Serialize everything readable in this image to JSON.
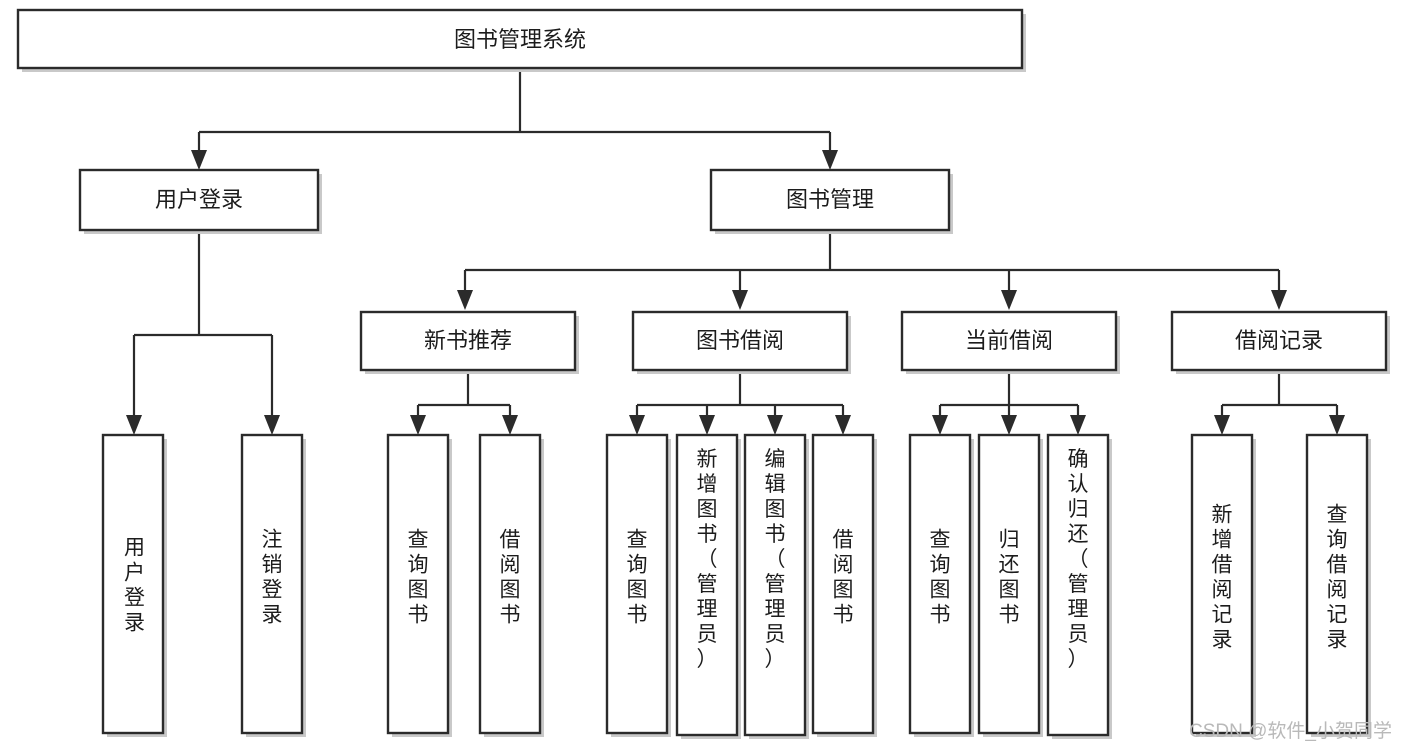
{
  "diagram": {
    "type": "tree",
    "title": "图书管理系统",
    "orientation": "top-down",
    "nodes": {
      "root": {
        "label": "图书管理系统",
        "level": 0
      },
      "l1_user_login": {
        "label": "用户登录",
        "level": 1
      },
      "l1_book_manage": {
        "label": "图书管理",
        "level": 1
      },
      "l2_new_book_rec": {
        "label": "新书推荐",
        "level": 2
      },
      "l2_book_borrow": {
        "label": "图书借阅",
        "level": 2
      },
      "l2_current_borrow": {
        "label": "当前借阅",
        "level": 2
      },
      "l2_borrow_record": {
        "label": "借阅记录",
        "level": 2
      },
      "l3_user_login": {
        "label": "用户登录",
        "level": 3,
        "vertical": true
      },
      "l3_logout": {
        "label": "注销登录",
        "level": 3,
        "vertical": true
      },
      "l3_query_book_a": {
        "label": "查询图书",
        "level": 3,
        "vertical": true
      },
      "l3_borrow_book_a": {
        "label": "借阅图书",
        "level": 3,
        "vertical": true
      },
      "l3_query_book_b": {
        "label": "查询图书",
        "level": 3,
        "vertical": true
      },
      "l3_add_book": {
        "label": "新增图书（管理员）",
        "level": 3,
        "vertical": true
      },
      "l3_edit_book": {
        "label": "编辑图书（管理员）",
        "level": 3,
        "vertical": true
      },
      "l3_borrow_book_b": {
        "label": "借阅图书",
        "level": 3,
        "vertical": true
      },
      "l3_query_book_c": {
        "label": "查询图书",
        "level": 3,
        "vertical": true
      },
      "l3_return_book": {
        "label": "归还图书",
        "level": 3,
        "vertical": true
      },
      "l3_confirm_return": {
        "label": "确认归还（管理员）",
        "level": 3,
        "vertical": true
      },
      "l3_add_record": {
        "label": "新增借阅记录",
        "level": 3,
        "vertical": true
      },
      "l3_query_record": {
        "label": "查询借阅记录",
        "level": 3,
        "vertical": true
      }
    },
    "edges": [
      {
        "from": "root",
        "to": "l1_user_login"
      },
      {
        "from": "root",
        "to": "l1_book_manage"
      },
      {
        "from": "l1_user_login",
        "to": "l3_user_login"
      },
      {
        "from": "l1_user_login",
        "to": "l3_logout"
      },
      {
        "from": "l1_book_manage",
        "to": "l2_new_book_rec"
      },
      {
        "from": "l1_book_manage",
        "to": "l2_book_borrow"
      },
      {
        "from": "l1_book_manage",
        "to": "l2_current_borrow"
      },
      {
        "from": "l1_book_manage",
        "to": "l2_borrow_record"
      },
      {
        "from": "l2_new_book_rec",
        "to": "l3_query_book_a"
      },
      {
        "from": "l2_new_book_rec",
        "to": "l3_borrow_book_a"
      },
      {
        "from": "l2_book_borrow",
        "to": "l3_query_book_b"
      },
      {
        "from": "l2_book_borrow",
        "to": "l3_add_book"
      },
      {
        "from": "l2_book_borrow",
        "to": "l3_edit_book"
      },
      {
        "from": "l2_book_borrow",
        "to": "l3_borrow_book_b"
      },
      {
        "from": "l2_current_borrow",
        "to": "l3_query_book_c"
      },
      {
        "from": "l2_current_borrow",
        "to": "l3_return_book"
      },
      {
        "from": "l2_current_borrow",
        "to": "l3_confirm_return"
      },
      {
        "from": "l2_borrow_record",
        "to": "l3_add_record"
      },
      {
        "from": "l2_borrow_record",
        "to": "l3_query_record"
      }
    ],
    "colors": {
      "box_fill": "#ffffff",
      "box_stroke": "#2b2b2b",
      "line": "#2b2b2b",
      "text": "#1c1c1c",
      "shadow": "#c9c9c9",
      "background": "#ffffff",
      "watermark": "#b9b9b9"
    }
  },
  "watermark": {
    "text": "CSDN @软件_小贺同学"
  }
}
